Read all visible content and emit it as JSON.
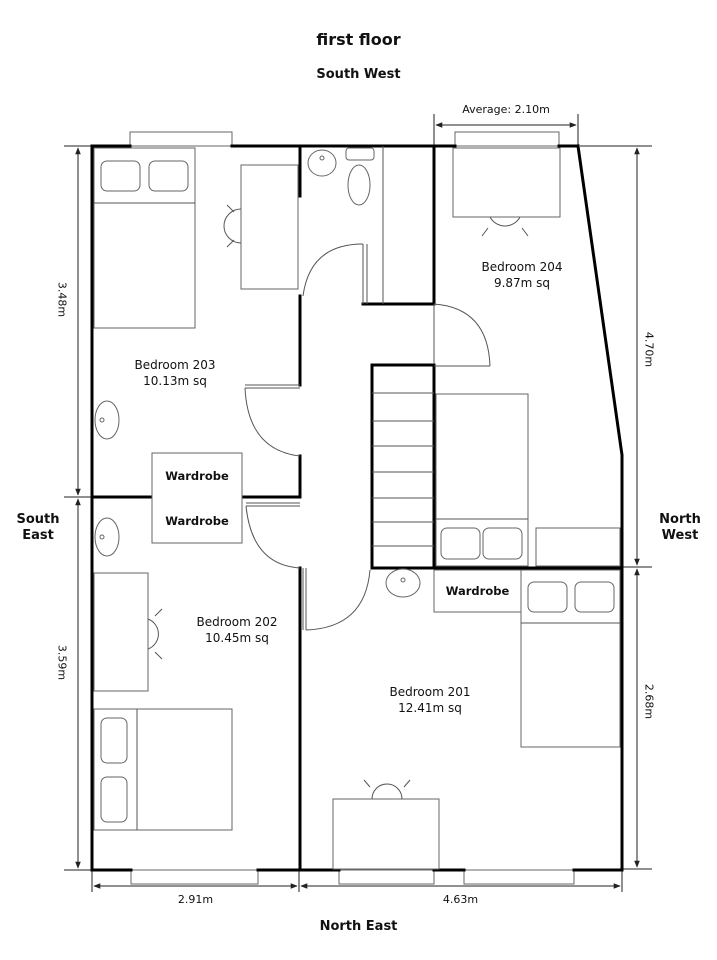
{
  "title": "first floor",
  "directions": {
    "top": "South West",
    "bottom": "North East",
    "left_line1": "South",
    "left_line2": "East",
    "right_line1": "North",
    "right_line2": "West"
  },
  "rooms": [
    {
      "id": "203",
      "name": "Bedroom 203",
      "area": "10.13m sq"
    },
    {
      "id": "204",
      "name": "Bedroom 204",
      "area": "9.87m sq"
    },
    {
      "id": "202",
      "name": "Bedroom 202",
      "area": "10.45m sq"
    },
    {
      "id": "201",
      "name": "Bedroom 201",
      "area": "12.41m sq"
    }
  ],
  "wardrobes": [
    "Wardrobe",
    "Wardrobe",
    "Wardrobe"
  ],
  "dimensions": {
    "top_average": "Average: 2.10m",
    "left_upper": "3.48m",
    "left_lower": "3.59m",
    "right_upper": "4.70m",
    "right_lower": "2.68m",
    "bottom_left": "2.91m",
    "bottom_right": "4.63m"
  },
  "colors": {
    "wall": "#000000",
    "furniture": "#666666",
    "background": "#ffffff"
  }
}
